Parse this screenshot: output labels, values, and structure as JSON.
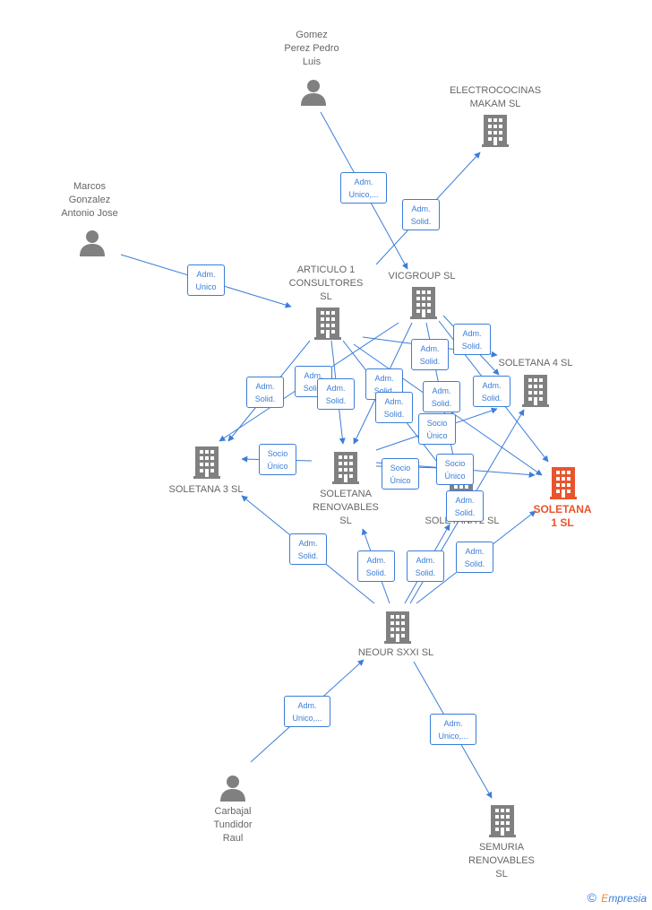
{
  "colors": {
    "edge": "#3b7dd8",
    "company": "#808080",
    "person": "#808080",
    "highlight": "#e8542d"
  },
  "nodes": {
    "gomez": {
      "label": "Gomez\nPerez Pedro\nLuis",
      "icon": "person-icon"
    },
    "electrococinas": {
      "label": "ELECTROCOCINAS\nMAKAM  SL",
      "icon": "building-icon"
    },
    "marcos": {
      "label": "Marcos\nGonzalez\nAntonio Jose",
      "icon": "person-icon"
    },
    "articulo": {
      "label": "ARTICULO 1\nCONSULTORES\nSL",
      "icon": "building-icon"
    },
    "vicgroup": {
      "label": "VICGROUP  SL",
      "icon": "building-icon"
    },
    "soletana4": {
      "label": "SOLETANA 4  SL",
      "icon": "building-icon"
    },
    "soletana3": {
      "label": "SOLETANA 3  SL",
      "icon": "building-icon"
    },
    "soletana_renovables": {
      "label": "SOLETANA\nRENOVABLES\nSL",
      "icon": "building-icon"
    },
    "soletana2": {
      "label": "SOLETANA 2  SL",
      "icon": "building-icon"
    },
    "soletana1": {
      "label": "SOLETANA\n1  SL",
      "icon": "building-icon"
    },
    "neour": {
      "label": "NEOUR SXXI  SL",
      "icon": "building-icon"
    },
    "carbajal": {
      "label": "Carbajal\nTundidor\nRaul",
      "icon": "person-icon"
    },
    "semuria": {
      "label": "SEMURIA\nRENOVABLES\nSL",
      "icon": "building-icon"
    }
  },
  "edge_labels": [
    "Adm.\nUnico,...",
    "Adm.\nSolid.",
    "Adm.\nUnico",
    "Adm.\nSolid.",
    "Adm.\nSolid.",
    "Adm.\nSolid.",
    "Adm.\nSolid.",
    "Adm.\nSolid.",
    "Adm.\nSolid.",
    "Adm.\nSolid.",
    "Adm.\nSolid.",
    "Adm.\nSolid.",
    "Socio\nÚnico",
    "Socio\nÚnico",
    "Socio\nÚnico",
    "Socio\nÚnico",
    "Adm.\nSolid.",
    "Adm.\nSolid.",
    "Adm.\nSolid.",
    "Adm.\nSolid.",
    "Adm.\nSolid.",
    "Adm.\nUnico,...",
    "Adm.\nUnico,..."
  ],
  "footer": {
    "copyright": "©",
    "brand_first": "E",
    "brand_rest": "mpresia"
  }
}
